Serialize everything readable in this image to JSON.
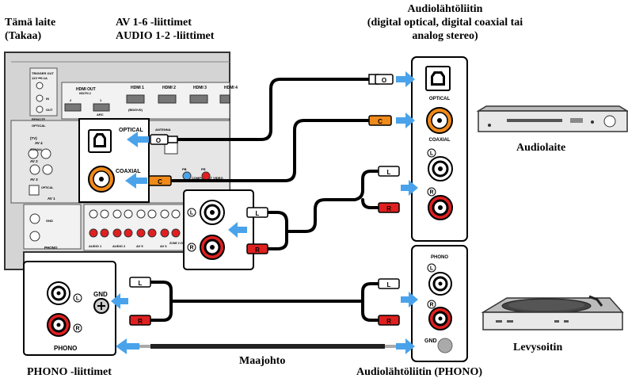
{
  "labels": {
    "device_line1": "Tämä laite",
    "device_line2": "(Takaa)",
    "av_line1": "AV 1-6 -liittimet",
    "av_line2": "AUDIO 1-2 -liittimet",
    "audio_out_line1": "Audiolähtöliitin",
    "audio_out_line2": "(digital optical, digital coaxial tai",
    "audio_out_line3": "analog stereo)",
    "audio_device": "Audiolaite",
    "turntable": "Levysoitin",
    "phono_terminals": "PHONO -liittimet",
    "ground_wire": "Maajohto",
    "phono_out": "Audiolähtöliitin (PHONO)"
  },
  "panel": {
    "trigger_out": "TRIGGER OUT",
    "trigger_spec": "12V ⎓0.1A",
    "remote": "REMOTE",
    "in": "IN",
    "out": "OUT",
    "hdmi_out": "HDMI OUT",
    "hdcp": "HDCP2.2",
    "hdmi1": "HDMI 1",
    "hdmi2": "HDMI 2",
    "hdmi3": "HDMI 3",
    "hdmi4": "HDMI 4",
    "bd_dvd": "(BD/DVD)",
    "arc": "ARC",
    "port1": "1",
    "port2": "2",
    "antenna": "ANTENNA",
    "optical": "OPTICAL",
    "coaxial": "COAXIAL",
    "tv": "(TV)",
    "av1": "AV 1",
    "av2": "AV 2",
    "av3": "AV 3",
    "av4": "AV 4",
    "av5": "AV 5",
    "av6": "AV 6",
    "audio1": "AUDIO 1",
    "audio2": "AUDIO 2",
    "component": "COMPONENT VIDEO",
    "pb": "PB",
    "pr": "PR",
    "zone2": "ZONE 2 ZONE OUT",
    "gnd": "GND",
    "phono": "PHONO"
  },
  "zoom": {
    "optical": "OPTICAL",
    "coaxial": "COAXIAL",
    "gnd": "GND",
    "phono": "PHONO",
    "L": "L",
    "R": "R"
  },
  "plugs": {
    "optical": "O",
    "coaxial": "C",
    "left": "L",
    "right": "R"
  },
  "right_panel": {
    "optical": "OPTICAL",
    "coaxial": "COAXIAL",
    "phono": "PHONO",
    "gnd": "GND",
    "L": "L",
    "R": "R"
  },
  "colors": {
    "arrow": "#4aa3ea",
    "coax_orange": "#f08a1a",
    "right_red": "#e02020",
    "panel_gray": "#cfcfcf"
  }
}
